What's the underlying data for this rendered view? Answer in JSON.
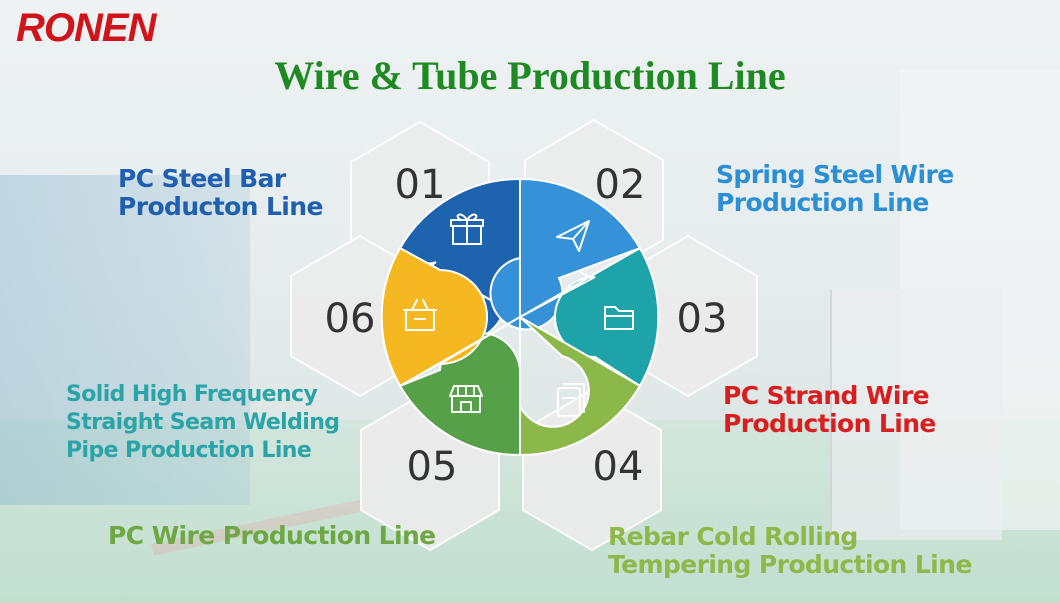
{
  "brand": {
    "logo_text": "RONEN"
  },
  "header": {
    "title": "Wire & Tube Production Line"
  },
  "diagram": {
    "colors": {
      "s01": "#1e63ad",
      "s02": "#3592d8",
      "s03": "#1ea3a8",
      "s04": "#8cb84a",
      "s05": "#56a048",
      "s06": "#f5b820"
    },
    "segments": [
      {
        "number": "01",
        "icon": "gift-icon",
        "label_lines": [
          "PC Steel Bar",
          "Producton Line"
        ]
      },
      {
        "number": "02",
        "icon": "send-icon",
        "label_lines": [
          "Spring Steel Wire",
          "Production Line"
        ]
      },
      {
        "number": "03",
        "icon": "folder-icon",
        "label_lines": [
          "PC Strand Wire",
          "Production Line"
        ]
      },
      {
        "number": "04",
        "icon": "document-icon",
        "label_lines": [
          "Rebar Cold Rolling",
          "Tempering Production Line"
        ]
      },
      {
        "number": "05",
        "icon": "shop-icon",
        "label_lines": [
          "PC Wire Production Line"
        ]
      },
      {
        "number": "06",
        "icon": "box-icon",
        "label_lines": [
          "Solid High Frequency",
          "Straight Seam Welding",
          "Pipe Production Line"
        ]
      }
    ]
  }
}
